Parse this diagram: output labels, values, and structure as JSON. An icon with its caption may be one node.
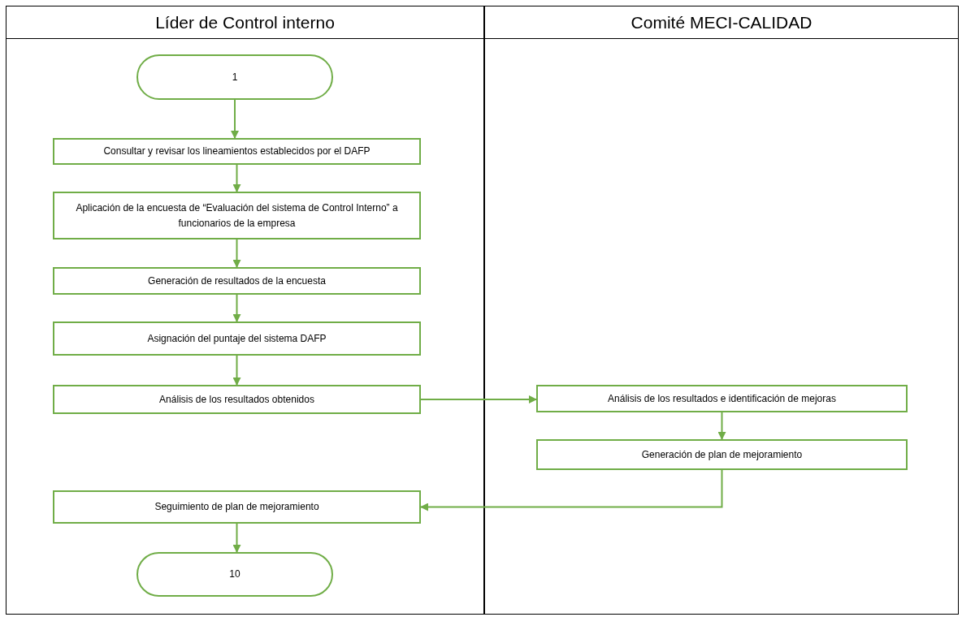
{
  "diagram": {
    "nodes": [
      {
        "text": [
          "Líder de Control interno"
        ]
      },
      {
        "text": [
          "Comité MECI-CALIDAD"
        ]
      },
      {
        "text": [
          "1"
        ],
        "in": 0
      },
      {
        "text": [
          "Consultar y revisar los lineamientos establecidos por el DAFP"
        ],
        "in": 0
      },
      {
        "text": [
          "Aplicación de la encuesta de “Evaluación del sistema de Control Interno” a funcionarios de la empresa"
        ],
        "in": 0
      },
      {
        "text": [
          "Generación de resultados de la encuesta"
        ],
        "in": 0
      },
      {
        "text": [
          "Asignación del puntaje del sistema DAFP"
        ],
        "in": 0
      },
      {
        "text": [
          "Análisis de los resultados obtenidos"
        ],
        "in": 0
      },
      {
        "text": [
          "Análisis de los resultados e identificación de mejoras"
        ],
        "in": 1
      },
      {
        "text": [
          "Generación de plan de mejoramiento"
        ],
        "in": 1
      },
      {
        "text": [
          "Seguimiento de plan de mejoramiento"
        ],
        "in": 0
      },
      {
        "text": [
          "10"
        ],
        "in": 0
      }
    ],
    "edges": [
      {
        "from": 2,
        "to": 3,
        "arrow": "to"
      },
      {
        "from": 3,
        "to": 4,
        "arrow": "to"
      },
      {
        "from": 4,
        "to": 5,
        "arrow": "to"
      },
      {
        "from": 5,
        "to": 6,
        "arrow": "to"
      },
      {
        "from": 6,
        "to": 7,
        "arrow": "to"
      },
      {
        "from": 7,
        "to": 8,
        "arrow": "to"
      },
      {
        "from": 8,
        "to": 9,
        "arrow": "to"
      },
      {
        "from": 9,
        "to": 10,
        "arrow": "to"
      },
      {
        "from": 10,
        "to": 11,
        "arrow": "to"
      }
    ]
  }
}
